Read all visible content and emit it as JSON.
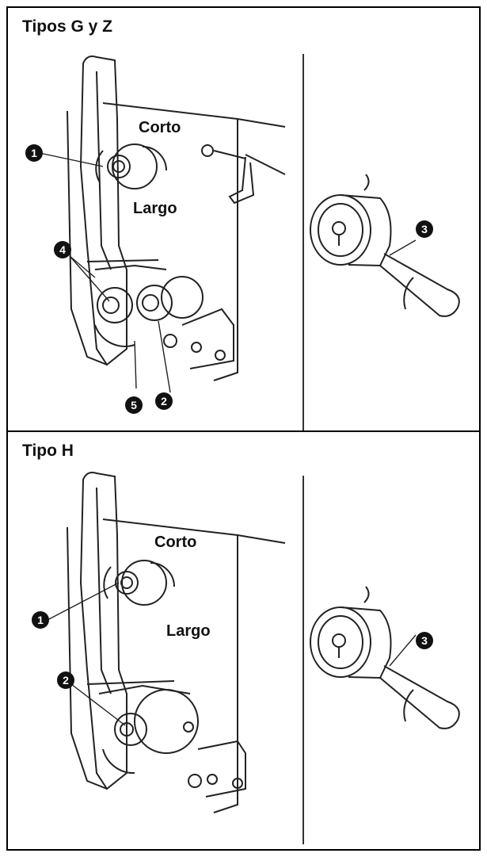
{
  "panels": {
    "top": {
      "title": "Tipos G y Z",
      "labels": {
        "short": "Corto",
        "long": "Largo"
      },
      "callouts": [
        "1",
        "2",
        "3",
        "4",
        "5"
      ]
    },
    "bottom": {
      "title": "Tipo H",
      "labels": {
        "short": "Corto",
        "long": "Largo"
      },
      "callouts": [
        "1",
        "2",
        "3"
      ]
    }
  },
  "colors": {
    "ink": "#111111",
    "line": "#333333",
    "bg": "#ffffff",
    "light": "#e6e6e6"
  }
}
